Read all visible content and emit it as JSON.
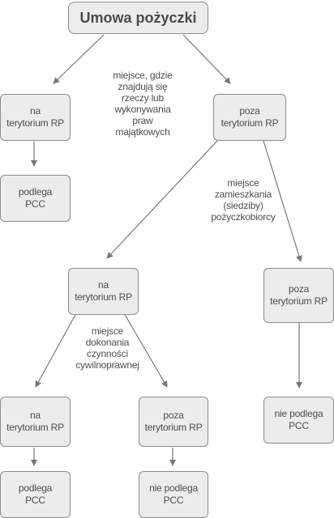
{
  "diagram": {
    "root": "Umowa pożyczki",
    "nodes": {
      "l1_left": "na\nterytorium RP",
      "l1_right": "poza\nterytorium RP",
      "l1_left_result": "podlega\nPCC",
      "l2_left": "na\nterytorium RP",
      "l2_right": "poza\nterytorium RP",
      "l2_right_result": "nie podlega\nPCC",
      "l3_left": "na\nterytorium RP",
      "l3_right": "poza\nterytorium RP",
      "l3_left_result": "podlega\nPCC",
      "l3_right_result": "nie podlega\nPCC"
    },
    "criteria": {
      "first": "miejsce, gdzie\nznajdują się\nrzeczy lub\nwykonywania\npraw\nmajątkowych",
      "second": "miejsce\nzamieszkania\n(siedziby)\npożyczkobiorcy",
      "third": "miejsce\ndokonania\nczynności\ncywilnoprawnej"
    },
    "colors": {
      "box_fill": "#ececec",
      "box_border": "#8c8c8c",
      "arrow": "#777777",
      "text": "#4d4d4d"
    }
  }
}
